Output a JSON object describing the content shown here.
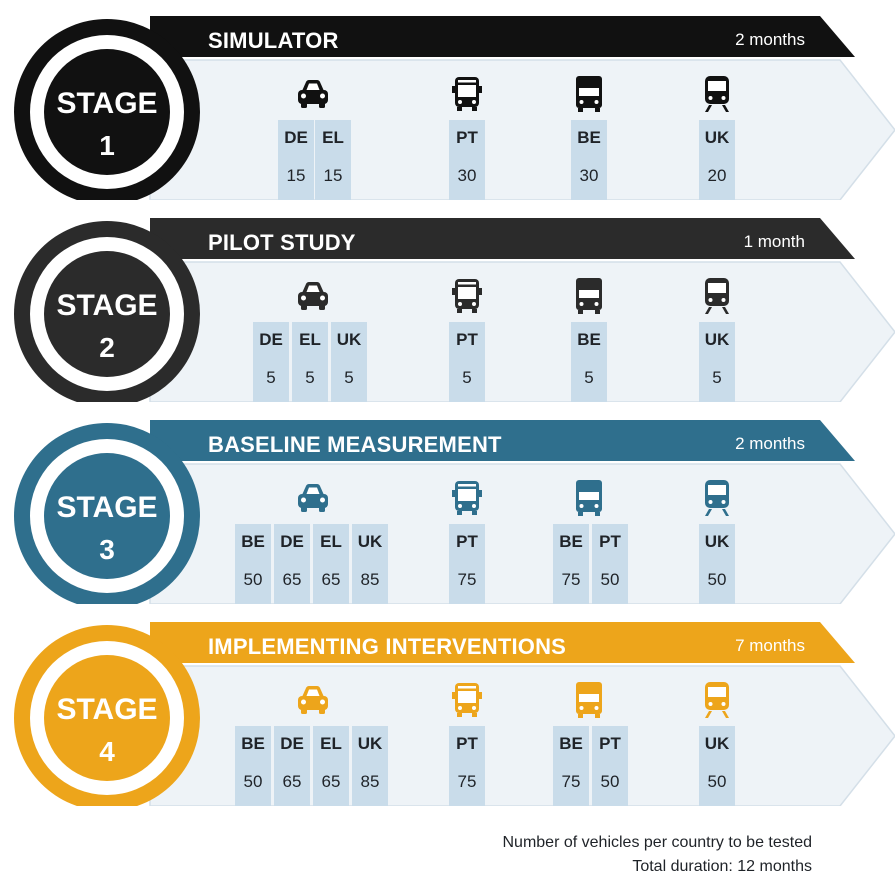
{
  "stages": [
    {
      "title": "SIMULATOR",
      "duration": "2 months",
      "badge_word": "STAGE",
      "badge_number": "1",
      "color": "#111111",
      "groups": [
        {
          "icon": "car-icon",
          "entries": [
            {
              "code": "DE",
              "value": "15"
            },
            {
              "code": "EL",
              "value": "15"
            }
          ]
        },
        {
          "icon": "bus-icon",
          "entries": [
            {
              "code": "PT",
              "value": "30"
            }
          ]
        },
        {
          "icon": "truck-icon",
          "entries": [
            {
              "code": "BE",
              "value": "30"
            }
          ]
        },
        {
          "icon": "train-icon",
          "entries": [
            {
              "code": "UK",
              "value": "20"
            }
          ]
        }
      ]
    },
    {
      "title": "PILOT STUDY",
      "duration": "1 month",
      "badge_word": "STAGE",
      "badge_number": "2",
      "color": "#2b2b2b",
      "groups": [
        {
          "icon": "car-icon",
          "entries": [
            {
              "code": "DE",
              "value": "5"
            },
            {
              "code": "EL",
              "value": "5"
            },
            {
              "code": "UK",
              "value": "5"
            }
          ]
        },
        {
          "icon": "bus-icon",
          "entries": [
            {
              "code": "PT",
              "value": "5"
            }
          ]
        },
        {
          "icon": "truck-icon",
          "entries": [
            {
              "code": "BE",
              "value": "5"
            }
          ]
        },
        {
          "icon": "train-icon",
          "entries": [
            {
              "code": "UK",
              "value": "5"
            }
          ]
        }
      ]
    },
    {
      "title": "BASELINE MEASUREMENT",
      "duration": "2 months",
      "badge_word": "STAGE",
      "badge_number": "3",
      "color": "#2f6f8d",
      "groups": [
        {
          "icon": "car-icon",
          "entries": [
            {
              "code": "BE",
              "value": "50"
            },
            {
              "code": "DE",
              "value": "65"
            },
            {
              "code": "EL",
              "value": "65"
            },
            {
              "code": "UK",
              "value": "85"
            }
          ]
        },
        {
          "icon": "bus-icon",
          "entries": [
            {
              "code": "PT",
              "value": "75"
            }
          ]
        },
        {
          "icon": "truck-icon",
          "entries": [
            {
              "code": "BE",
              "value": "75"
            },
            {
              "code": "PT",
              "value": "50"
            }
          ]
        },
        {
          "icon": "train-icon",
          "entries": [
            {
              "code": "UK",
              "value": "50"
            }
          ]
        }
      ]
    },
    {
      "title": "IMPLEMENTING INTERVENTIONS",
      "duration": "7 months",
      "badge_word": "STAGE",
      "badge_number": "4",
      "color": "#eda51b",
      "groups": [
        {
          "icon": "car-icon",
          "entries": [
            {
              "code": "BE",
              "value": "50"
            },
            {
              "code": "DE",
              "value": "65"
            },
            {
              "code": "EL",
              "value": "65"
            },
            {
              "code": "UK",
              "value": "85"
            }
          ]
        },
        {
          "icon": "bus-icon",
          "entries": [
            {
              "code": "PT",
              "value": "75"
            }
          ]
        },
        {
          "icon": "truck-icon",
          "entries": [
            {
              "code": "BE",
              "value": "75"
            },
            {
              "code": "PT",
              "value": "50"
            }
          ]
        },
        {
          "icon": "train-icon",
          "entries": [
            {
              "code": "UK",
              "value": "50"
            }
          ]
        }
      ]
    }
  ],
  "footnote": {
    "line1": "Number of vehicles per country to be tested",
    "line2": "Total duration: 12 months"
  }
}
